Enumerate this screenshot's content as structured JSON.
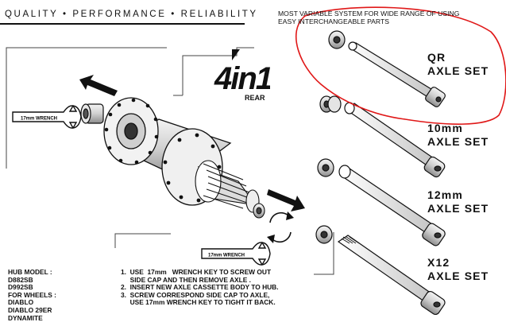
{
  "header": {
    "tagline": "QUALITY • PERFORMANCE • RELIABILITY",
    "note_line1": "MOST VARIABLE SYSTEM FOR WIDE RANGE OF USING",
    "note_line2": "EASY INTERCHANGEABLE PARTS"
  },
  "brand": {
    "logo": "4in1",
    "sub": "REAR"
  },
  "wrench_labels": {
    "left": "17mm WRENCH",
    "bottom": "17mm WRENCH"
  },
  "axles": [
    {
      "line1": "QR",
      "line2": "AXLE SET"
    },
    {
      "line1": "10mm",
      "line2": "AXLE SET"
    },
    {
      "line1": "12mm",
      "line2": "AXLE SET"
    },
    {
      "line1": "X12",
      "line2": "AXLE SET"
    }
  ],
  "hub_info": {
    "model_heading": "HUB MODEL :",
    "models": [
      "D882SB",
      "D992SB"
    ],
    "wheels_heading": "FOR WHEELS :",
    "wheels": [
      "DIABLO",
      "DIABLO 29ER",
      "DYNAMITE"
    ]
  },
  "instructions": [
    "1.  USE  17mm   WRENCH KEY TO SCREW OUT",
    "     SIDE CAP AND THEN REMOVE AXLE .",
    "2.  INSERT NEW AXLE CASSETTE BODY TO HUB.",
    "3.  SCREW CORRESPOND SIDE CAP TO AXLE,",
    "     USE 17mm WRENCH KEY TO TIGHT IT BACK."
  ],
  "colors": {
    "ink": "#111111",
    "annotation": "#e01818",
    "metal": "#d9d9d9"
  }
}
